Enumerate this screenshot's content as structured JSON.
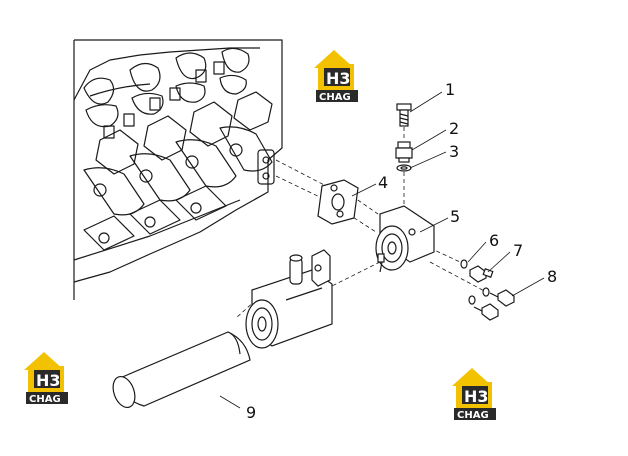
{
  "callouts": [
    {
      "id": "1",
      "label": "1"
    },
    {
      "id": "2",
      "label": "2"
    },
    {
      "id": "3",
      "label": "3"
    },
    {
      "id": "4",
      "label": "4"
    },
    {
      "id": "5",
      "label": "5"
    },
    {
      "id": "6",
      "label": "6"
    },
    {
      "id": "7",
      "label": "7"
    },
    {
      "id": "8",
      "label": "8"
    },
    {
      "id": "9",
      "label": "9"
    }
  ],
  "watermark": {
    "mark": "H3",
    "word": "CHAG",
    "colors": {
      "yellow": "#f2c200",
      "dark": "#2a2a2a",
      "light": "#ffffff"
    }
  },
  "line_color": "#1a1a1a"
}
